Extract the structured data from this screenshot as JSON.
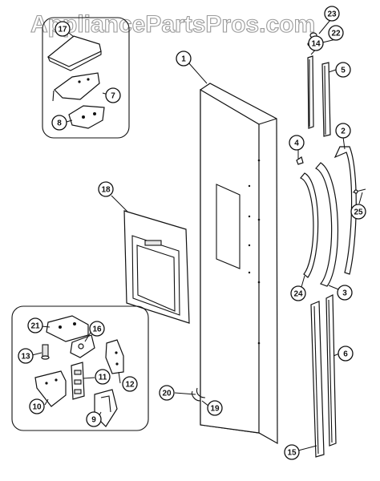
{
  "watermark": "AppliancePartsPros.com",
  "callouts": [
    {
      "id": "c1",
      "label": "1"
    },
    {
      "id": "c2",
      "label": "2"
    },
    {
      "id": "c3",
      "label": "3"
    },
    {
      "id": "c4",
      "label": "4"
    },
    {
      "id": "c5",
      "label": "5"
    },
    {
      "id": "c6",
      "label": "6"
    },
    {
      "id": "c7",
      "label": "7"
    },
    {
      "id": "c8",
      "label": "8"
    },
    {
      "id": "c9",
      "label": "9"
    },
    {
      "id": "c10",
      "label": "10"
    },
    {
      "id": "c11",
      "label": "11"
    },
    {
      "id": "c12",
      "label": "12"
    },
    {
      "id": "c13",
      "label": "13"
    },
    {
      "id": "c14",
      "label": "14"
    },
    {
      "id": "c15",
      "label": "15"
    },
    {
      "id": "c16",
      "label": "16"
    },
    {
      "id": "c17",
      "label": "17"
    },
    {
      "id": "c18",
      "label": "18"
    },
    {
      "id": "c19",
      "label": "19"
    },
    {
      "id": "c20",
      "label": "20"
    },
    {
      "id": "c21",
      "label": "21"
    },
    {
      "id": "c22",
      "label": "22"
    },
    {
      "id": "c23",
      "label": "23"
    },
    {
      "id": "c24",
      "label": "24"
    },
    {
      "id": "c25",
      "label": "25"
    }
  ]
}
